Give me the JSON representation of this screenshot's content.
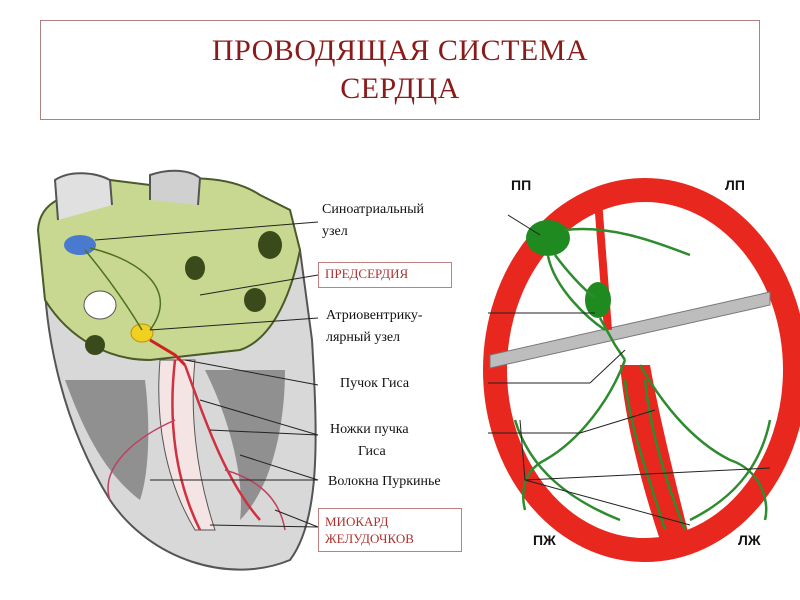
{
  "title": {
    "line1": "ПРОВОДЯЩАЯ СИСТЕМА",
    "line2": "СЕРДЦА"
  },
  "labels": {
    "sa_node_1": "Синоатриальный",
    "sa_node_2": "узел",
    "atria": "ПРЕДСЕРДИЯ",
    "av_node_1": "Атриовентрику-",
    "av_node_2": "лярный узел",
    "his_bundle": "Пучок Гиса",
    "bundle_branches_1": "Ножки пучка",
    "bundle_branches_2": "Гиса",
    "purkinje": "Волокна Пуркинье",
    "myocardium_1": "МИОКАРД",
    "myocardium_2": "ЖЕЛУДОЧКОВ"
  },
  "chambers": {
    "rа": "ПП",
    "la": "ЛП",
    "rv": "ПЖ",
    "lv": "ЛЖ"
  },
  "colors": {
    "title": "#8b1a1a",
    "conduction": "#2e8b2e",
    "myocardium": "#e8281e",
    "atria_fill": "#c8d890"
  }
}
